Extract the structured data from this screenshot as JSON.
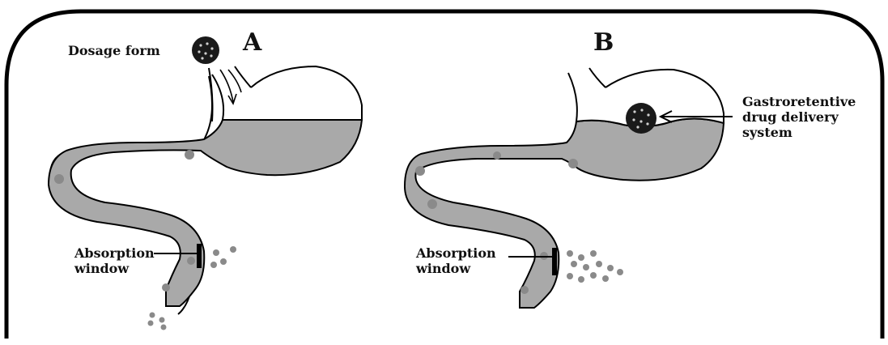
{
  "panels": [
    {
      "letter": "A",
      "dosage_label": "Dosage form",
      "absorption_label": [
        "Absorption",
        "window"
      ]
    },
    {
      "letter": "B",
      "gastro_label": [
        "Gastroretentive",
        "drug delivery",
        "system"
      ],
      "absorption_label": [
        "Absorption",
        "window"
      ]
    }
  ],
  "colors": {
    "frame": "#000000",
    "tissue_fill": "#a9a9a9",
    "particle": "#8a8a8a",
    "drug_core": "#1a1a1a"
  }
}
